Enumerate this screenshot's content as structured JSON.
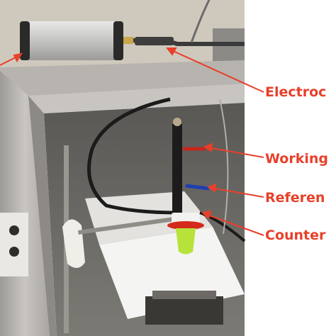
{
  "labels": {
    "electrode": "Electroc",
    "working": "Working",
    "reference": "Referen",
    "counter": "Counter"
  },
  "colors": {
    "annotation": "#e8402a",
    "box_metal": "#b9b6b1",
    "background": "#ffffff"
  }
}
